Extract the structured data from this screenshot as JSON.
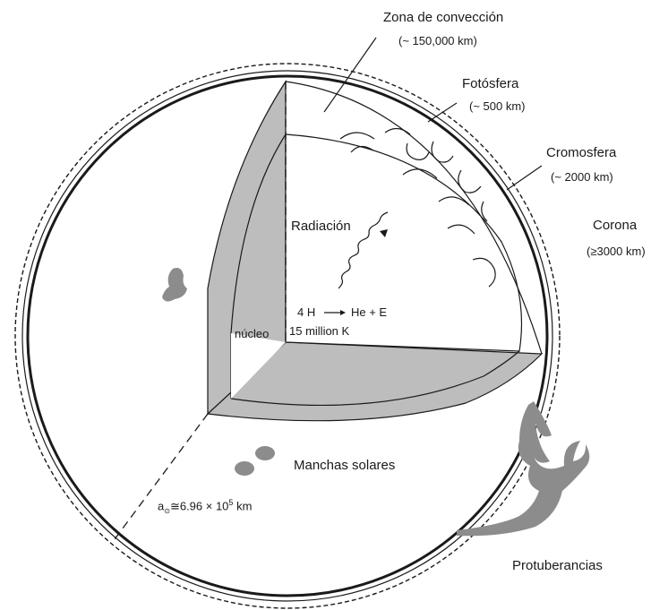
{
  "labels": {
    "convection_zone": "Zona de convección",
    "convection_depth": "(~ 150,000 km)",
    "photosphere": "Fotósfera",
    "photosphere_depth": "(~ 500 km)",
    "chromosphere": "Cromosfera",
    "chromosphere_depth": "(~ 2000 km)",
    "corona": "Corona",
    "corona_depth": "(≥3000 km)",
    "radiation": "Radiación",
    "reaction_left": "4 H",
    "reaction_right": "He + E",
    "core": "núcleo",
    "core_temperature": "15 million K",
    "sunspots": "Manchas solares",
    "radius_symbol": "a",
    "radius_subscript": "⊙",
    "radius_value": "≅6.96 × 10",
    "radius_exponent": "5",
    "radius_unit": "km",
    "prominences": "Protuberancias"
  },
  "colors": {
    "outline": "#1a1a1a",
    "shaded_layer": "#bdbdbd",
    "sunspot": "#8c8c8c",
    "prominence": "#8c8c8c",
    "background": "#ffffff"
  }
}
